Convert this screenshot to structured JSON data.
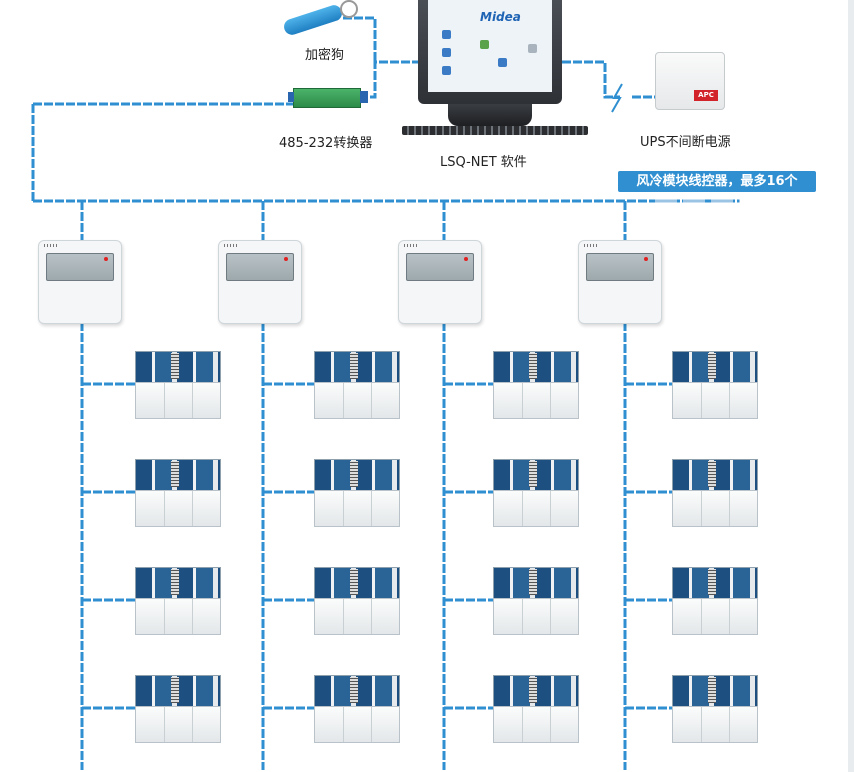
{
  "labels": {
    "dongle": "加密狗",
    "converter": "485-232转换器",
    "software": "LSQ-NET 软件",
    "ups": "UPS不间断电源",
    "banner": "风冷模块线控器，最多16个"
  },
  "brand": {
    "monitor_logo": "Midea",
    "ups_logo": "APC"
  },
  "colors": {
    "wire": "#2f8fd0",
    "banner": "#2f8fd0",
    "unit_panel": "#1d4f80"
  },
  "groups": [
    {
      "controller": "controller",
      "units": 4
    },
    {
      "controller": "controller",
      "units": 4
    },
    {
      "controller": "controller",
      "units": 4
    },
    {
      "controller": "controller",
      "units": 4
    }
  ]
}
